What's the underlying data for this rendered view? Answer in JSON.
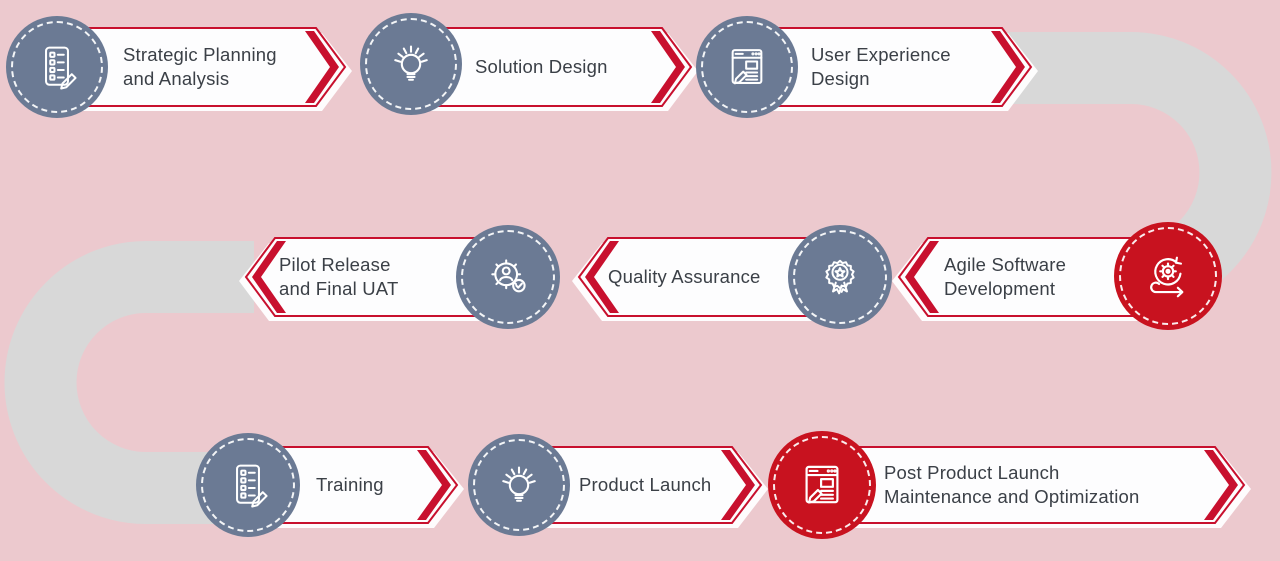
{
  "diagram": {
    "type": "process-roadmap",
    "colors": {
      "background": "#ecc9ce",
      "path": "#d8d8d8",
      "circle_slate": "#6b7a94",
      "circle_red": "#c8121f",
      "banner_border": "#c8102e",
      "banner_fill": "#fdfdfe",
      "label_text": "#3b4047",
      "icon_stroke": "#ffffff"
    },
    "stages": [
      {
        "label": "Strategic Planning\nand Analysis",
        "icon": "checklist-icon",
        "direction": "right",
        "circle": "slate"
      },
      {
        "label": "Solution Design",
        "icon": "lightbulb-icon",
        "direction": "right",
        "circle": "slate"
      },
      {
        "label": "User Experience\nDesign",
        "icon": "web-design-icon",
        "direction": "right",
        "circle": "slate"
      },
      {
        "label": "Agile Software\nDevelopment",
        "icon": "agile-sprint-icon",
        "direction": "left",
        "circle": "red"
      },
      {
        "label": "Quality Assurance",
        "icon": "award-badge-icon",
        "direction": "left",
        "circle": "slate"
      },
      {
        "label": "Pilot Release\nand Final UAT",
        "icon": "user-gear-check-icon",
        "direction": "left",
        "circle": "slate"
      },
      {
        "label": "Training",
        "icon": "checklist-icon",
        "direction": "right",
        "circle": "slate"
      },
      {
        "label": "Product Launch",
        "icon": "lightbulb-icon",
        "direction": "right",
        "circle": "slate"
      },
      {
        "label": "Post Product Launch\nMaintenance and Optimization",
        "icon": "web-maintenance-icon",
        "direction": "right",
        "circle": "red"
      }
    ]
  }
}
